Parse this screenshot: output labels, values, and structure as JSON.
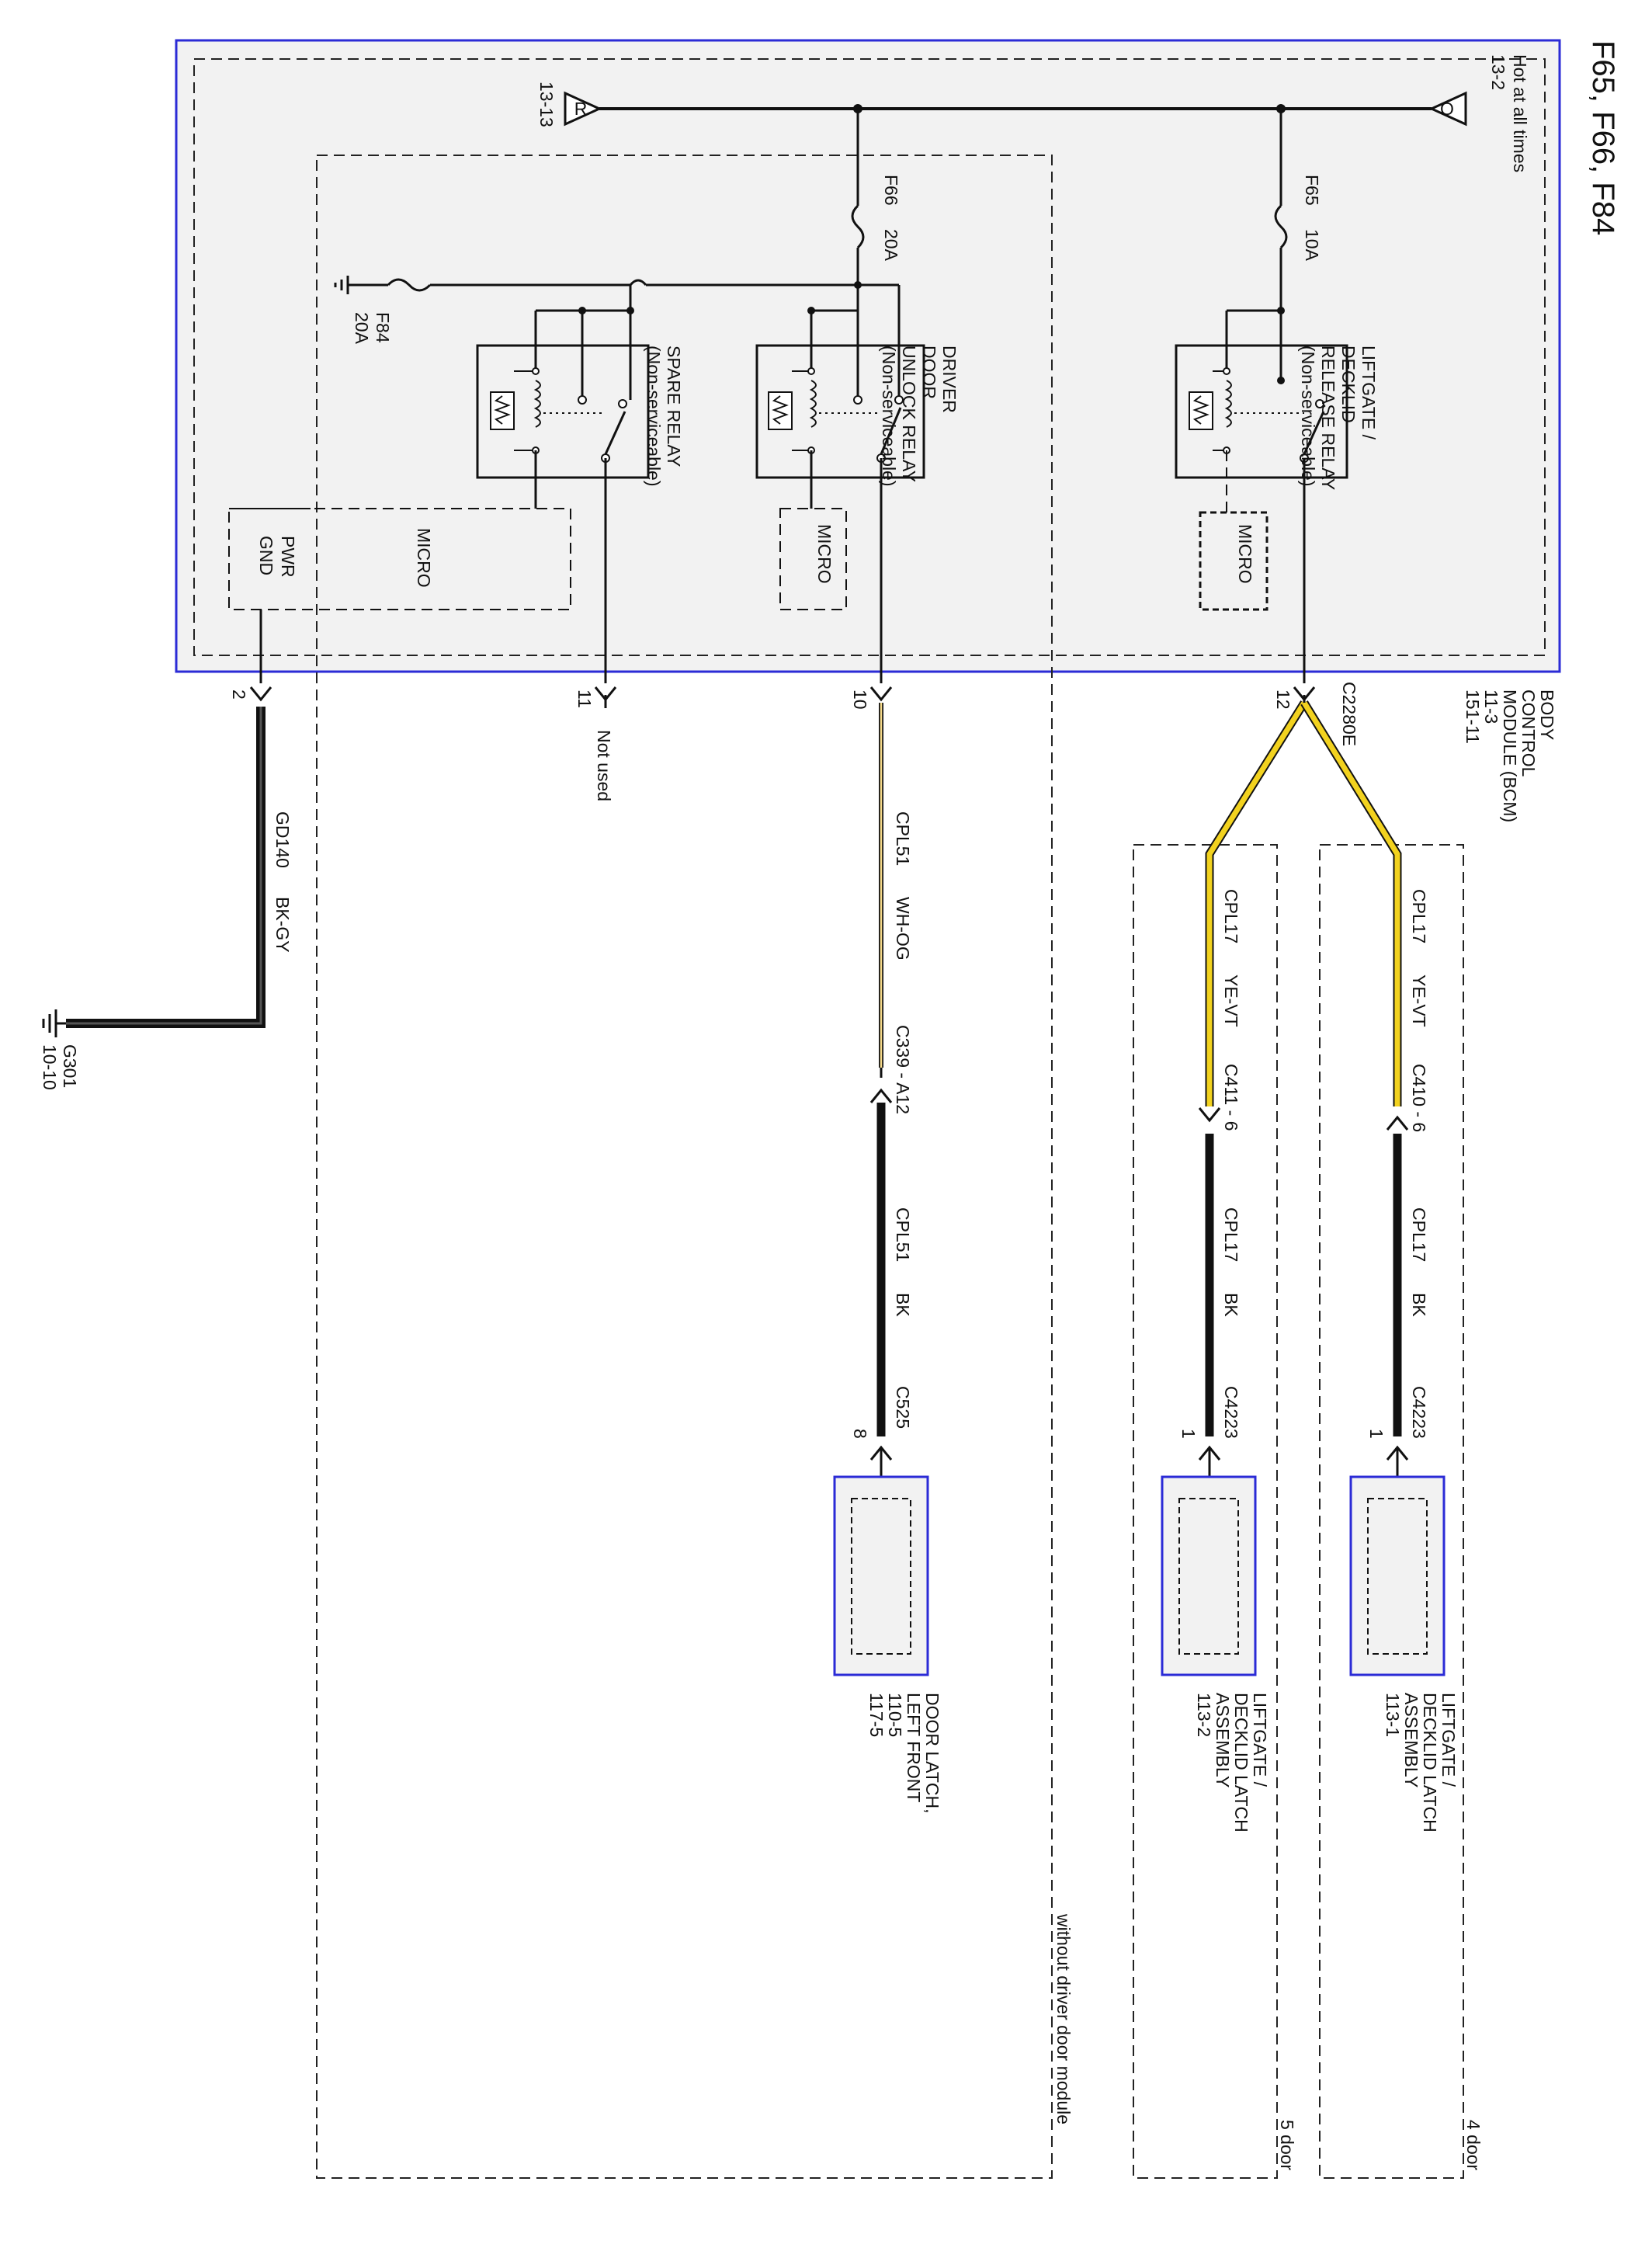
{
  "title": "F65, F66, F84",
  "bcm": {
    "name_lines": [
      "BODY",
      "CONTROL",
      "MODULE (BCM)",
      "11-3",
      "151-11"
    ],
    "connector": "C2280E",
    "feed_label_lines": [
      "Hot at all times",
      "13-2"
    ],
    "feed_marker": "Q",
    "ref_marker": "R",
    "ref_page": "13-13",
    "fuses": {
      "f65": [
        "F65",
        "10A"
      ],
      "f66": [
        "F66",
        "20A"
      ],
      "f84": [
        "F84",
        "20A"
      ]
    },
    "relays": {
      "liftgate": [
        "LIFTGATE /",
        "DECKLID",
        "RELEASE RELAY",
        "(Non-serviceable)"
      ],
      "driver": [
        "DRIVER",
        "DOOR",
        "UNLOCK RELAY",
        "(Non-serviceable)"
      ],
      "spare": [
        "SPARE RELAY",
        "(Non-serviceable)"
      ]
    },
    "micro_label": "MICRO",
    "pwr_gnd_lines": [
      "PWR",
      "GND"
    ],
    "pins": {
      "p12": "12",
      "p10": "10",
      "p11": "11",
      "p2": "2"
    },
    "not_used": "Not used"
  },
  "circuits": {
    "cpl17_4door": [
      "CPL17",
      "YE-VT"
    ],
    "cpl17_5door": [
      "CPL17",
      "YE-VT"
    ],
    "cpl51_bcm": [
      "CPL51",
      "WH-OG"
    ],
    "cpl17_4door_latch": [
      "CPL17",
      "BK"
    ],
    "cpl17_5door_latch": [
      "CPL17",
      "BK"
    ],
    "cpl51_latch": [
      "CPL51",
      "BK"
    ],
    "ground": [
      "GD140",
      "BK-GY"
    ]
  },
  "connectors": {
    "c410": "C410 - 6",
    "c411": "C411 - 6",
    "c339": "C339 - A12",
    "c4223_a": "C4223",
    "c4223_b": "C4223",
    "c525": "C525",
    "pin_1a": "1",
    "pin_1b": "1",
    "pin_8": "8"
  },
  "ground": [
    "G301",
    "10-10"
  ],
  "components": {
    "latch_4door": [
      "LIFTGATE /",
      "DECKLID LATCH",
      "ASSEMBLY",
      "113-1"
    ],
    "latch_5door": [
      "LIFTGATE /",
      "DECKLID LATCH",
      "ASSEMBLY",
      "113-2"
    ],
    "door_latch": [
      "DOOR LATCH,",
      "LEFT FRONT",
      "110-5",
      "117-5"
    ]
  },
  "options": {
    "four_door": "4 door",
    "five_door": "5 door",
    "no_ddm": "without driver door module"
  },
  "colors": {
    "module_border": "#2b2bd6",
    "wire_yellow": "#f2d21f",
    "wire_black": "#111111",
    "panel_fill": "#f2f2f2"
  }
}
